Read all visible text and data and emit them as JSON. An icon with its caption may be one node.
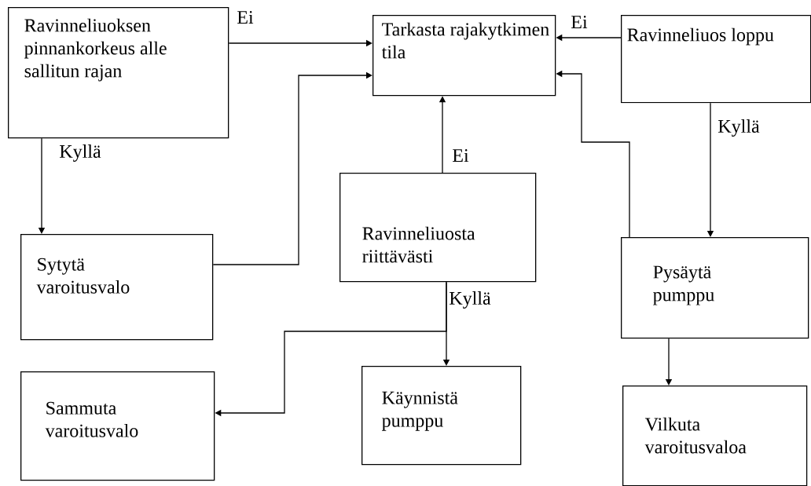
{
  "diagram": {
    "nodes": [
      {
        "text": [
          "Ravinneliuoksen pinnankorkeus alle sallitun rajan"
        ]
      },
      {
        "text": [
          "Tarkasta rajakytkimen tila"
        ]
      },
      {
        "text": [
          "Ravinneliuos loppu"
        ]
      },
      {
        "text": [
          "Sytytä varoitusvalo"
        ]
      },
      {
        "text": [
          "Ravinneliuosta riittävästi"
        ]
      },
      {
        "text": [
          "Pysäytä pumppu"
        ]
      },
      {
        "text": [
          "Sammuta varoitusvalo"
        ]
      },
      {
        "text": [
          "Käynnistä pumppu"
        ]
      },
      {
        "text": [
          "Vilkuta varoitusvaloa"
        ]
      }
    ],
    "edges": [
      {
        "from": 0,
        "to": 1,
        "arrow": "to",
        "label": "Ei"
      },
      {
        "from": 0,
        "to": 3,
        "arrow": "to",
        "label": "Kyllä"
      },
      {
        "from": 3,
        "to": 1,
        "arrow": "to"
      },
      {
        "from": 2,
        "to": 1,
        "arrow": "to",
        "label": "Ei"
      },
      {
        "from": 2,
        "to": 5,
        "arrow": "to",
        "label": "Kyllä"
      },
      {
        "from": 4,
        "to": 1,
        "arrow": "to",
        "label": "Ei"
      },
      {
        "from": 5,
        "to": 1,
        "arrow": "to"
      },
      {
        "from": 4,
        "to": 7,
        "arrow": "to",
        "label": "Kyllä"
      },
      {
        "from": 4,
        "to": 6,
        "arrow": "to"
      },
      {
        "from": 5,
        "to": 8,
        "arrow": "to"
      }
    ]
  }
}
